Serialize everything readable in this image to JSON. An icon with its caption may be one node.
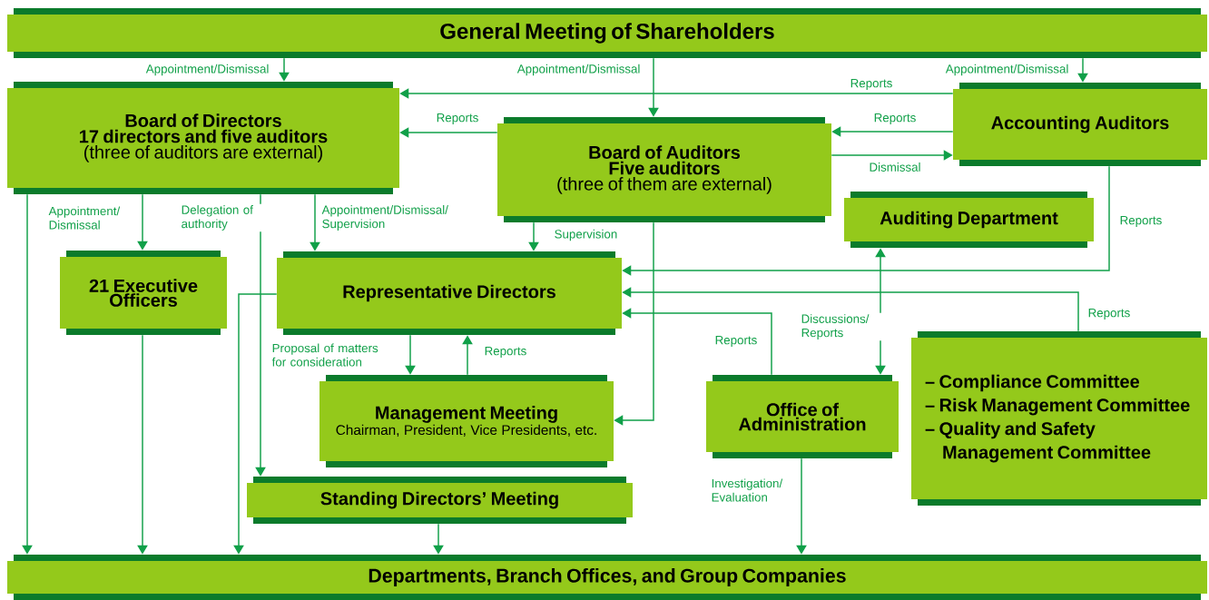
{
  "diagram": {
    "nodes": [
      {
        "text": [
          "General Meeting of Shareholders"
        ]
      },
      {
        "text": [
          "Board of Directors",
          "17 directors and five auditors",
          "(three of auditors are external)"
        ]
      },
      {
        "text": [
          "Board of Auditors",
          "Five auditors",
          "(three of them are external)"
        ]
      },
      {
        "text": [
          "Accounting Auditors"
        ]
      },
      {
        "text": [
          "Auditing Department"
        ]
      },
      {
        "text": [
          "21 Executive Officers"
        ]
      },
      {
        "text": [
          "Representative Directors"
        ]
      },
      {
        "text": [
          "Management Meeting",
          "Chairman, President, Vice Presidents, etc."
        ]
      },
      {
        "text": [
          "Office of Administration"
        ]
      },
      {
        "text": [
          "– Compliance Committee",
          "– Risk Management Committee",
          "– Quality and Safety Management Committee"
        ]
      },
      {
        "text": [
          "Standing Directors’ Meeting"
        ]
      },
      {
        "text": [
          "Departments, Branch Offices, and Group Companies"
        ]
      }
    ],
    "edges": [
      {
        "from": 0,
        "to": 1,
        "arrow": "to",
        "label": "Appointment/Dismissal"
      },
      {
        "from": 0,
        "to": 2,
        "arrow": "to",
        "label": "Appointment/Dismissal"
      },
      {
        "from": 0,
        "to": 3,
        "arrow": "to",
        "label": "Appointment/Dismissal"
      },
      {
        "from": 3,
        "to": 1,
        "arrow": "to",
        "label": "Reports"
      },
      {
        "from": 2,
        "to": 1,
        "arrow": "to",
        "label": "Reports"
      },
      {
        "from": 3,
        "to": 2,
        "arrow": "to",
        "label": "Reports"
      },
      {
        "from": 2,
        "to": 3,
        "arrow": "to",
        "label": "Dismissal"
      },
      {
        "from": 1,
        "to": 5,
        "arrow": "to",
        "label": "Appointment/ Dismissal"
      },
      {
        "from": 1,
        "to": 10,
        "arrow": "to",
        "label": "Delegation of authority"
      },
      {
        "from": 1,
        "to": 6,
        "arrow": "to",
        "label": "Appointment/Dismissal/ Supervision"
      },
      {
        "from": 1,
        "to": 11,
        "arrow": "to"
      },
      {
        "from": 2,
        "to": 6,
        "arrow": "to",
        "label": "Supervision"
      },
      {
        "from": 2,
        "to": 7,
        "arrow": "to"
      },
      {
        "from": 3,
        "to": 6,
        "arrow": "to",
        "label": "Reports"
      },
      {
        "from": 8,
        "to": 4,
        "arrow": "both",
        "label": "Discussions/ Reports"
      },
      {
        "from": 9,
        "to": 6,
        "arrow": "to",
        "label": "Reports"
      },
      {
        "from": 8,
        "to": 6,
        "arrow": "to",
        "label": "Reports"
      },
      {
        "from": 6,
        "to": 7,
        "arrow": "to",
        "label": "Proposal of matters for consideration"
      },
      {
        "from": 7,
        "to": 6,
        "arrow": "to",
        "label": "Reports"
      },
      {
        "from": 6,
        "to": 11,
        "arrow": "to"
      },
      {
        "from": 5,
        "to": 11,
        "arrow": "to"
      },
      {
        "from": 10,
        "to": 11,
        "arrow": "to"
      },
      {
        "from": 8,
        "to": 11,
        "arrow": "to",
        "label": "Investigation/ Evaluation"
      }
    ]
  }
}
